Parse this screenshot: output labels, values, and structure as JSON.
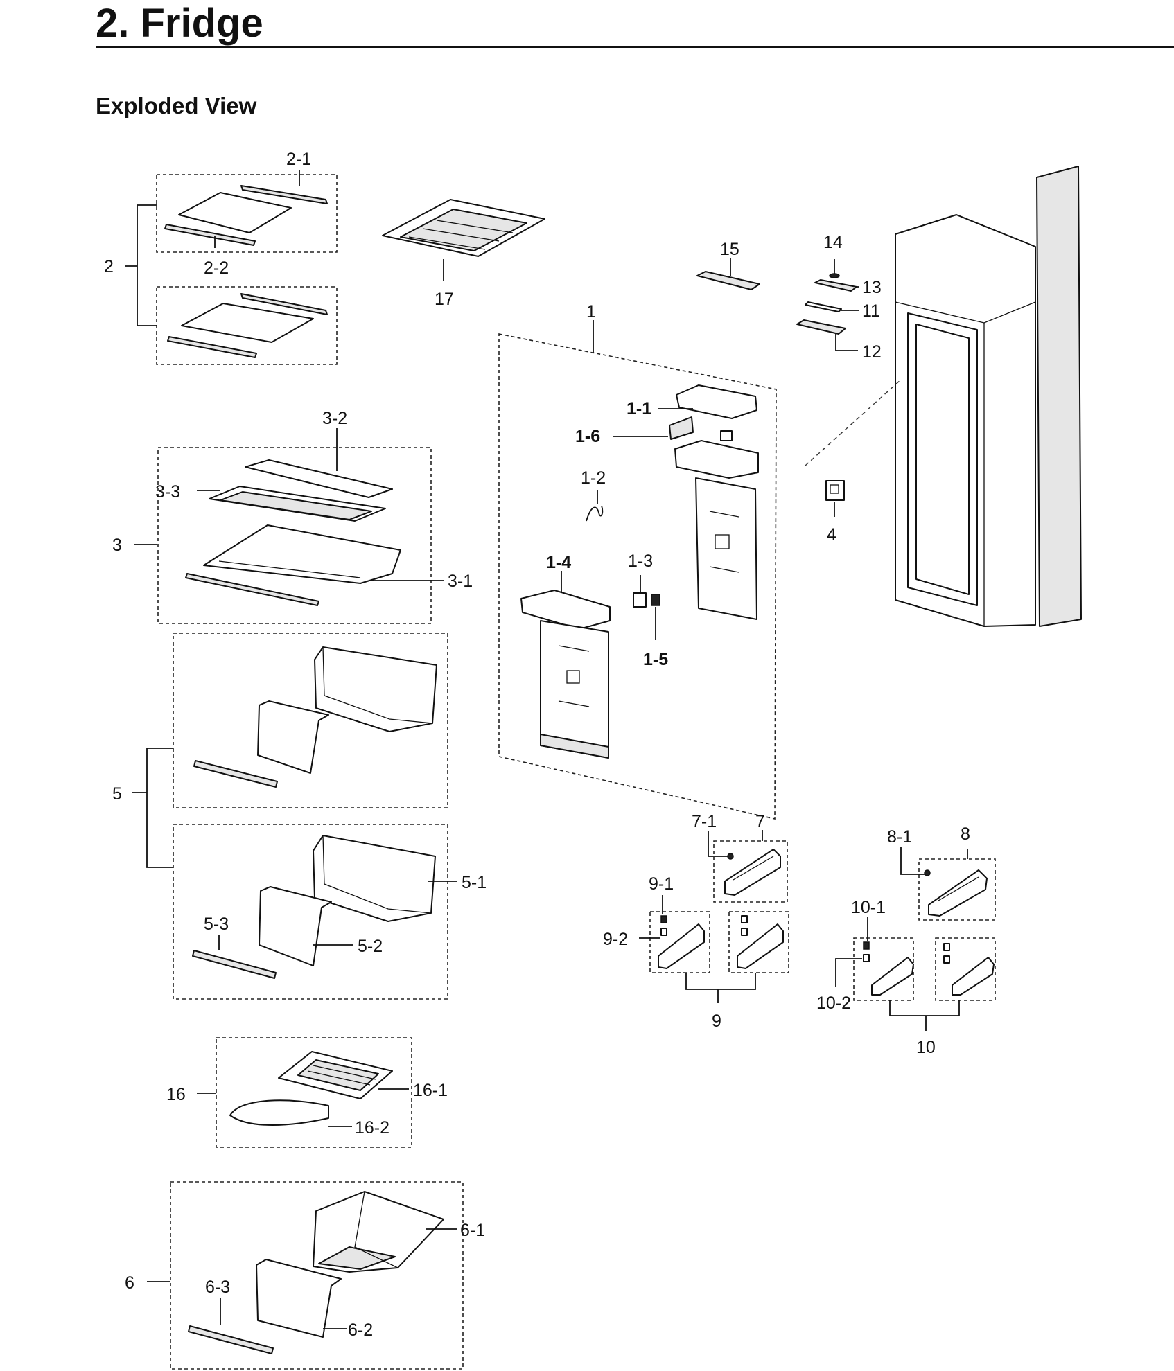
{
  "header": {
    "title": "2.  Fridge",
    "section": "Exploded View"
  },
  "labels": {
    "p2_1": "2-1",
    "p2_2": "2-2",
    "p2": "2",
    "p17": "17",
    "p15": "15",
    "p14": "14",
    "p13": "13",
    "p11": "11",
    "p12": "12",
    "p1": "1",
    "p1_1": "1-1",
    "p1_6": "1-6",
    "p1_2": "1-2",
    "p1_3": "1-3",
    "p1_4": "1-4",
    "p1_5": "1-5",
    "p4": "4",
    "p3_2": "3-2",
    "p3_3": "3-3",
    "p3": "3",
    "p3_1": "3-1",
    "p5": "5",
    "p5_1": "5-1",
    "p5_2": "5-2",
    "p5_3": "5-3",
    "p7_1": "7-1",
    "p7": "7",
    "p8_1": "8-1",
    "p8": "8",
    "p9_1": "9-1",
    "p9_2": "9-2",
    "p9": "9",
    "p10_1": "10-1",
    "p10_2": "10-2",
    "p10": "10",
    "p16": "16",
    "p16_1": "16-1",
    "p16_2": "16-2",
    "p6": "6",
    "p6_1": "6-1",
    "p6_2": "6-2",
    "p6_3": "6-3"
  }
}
